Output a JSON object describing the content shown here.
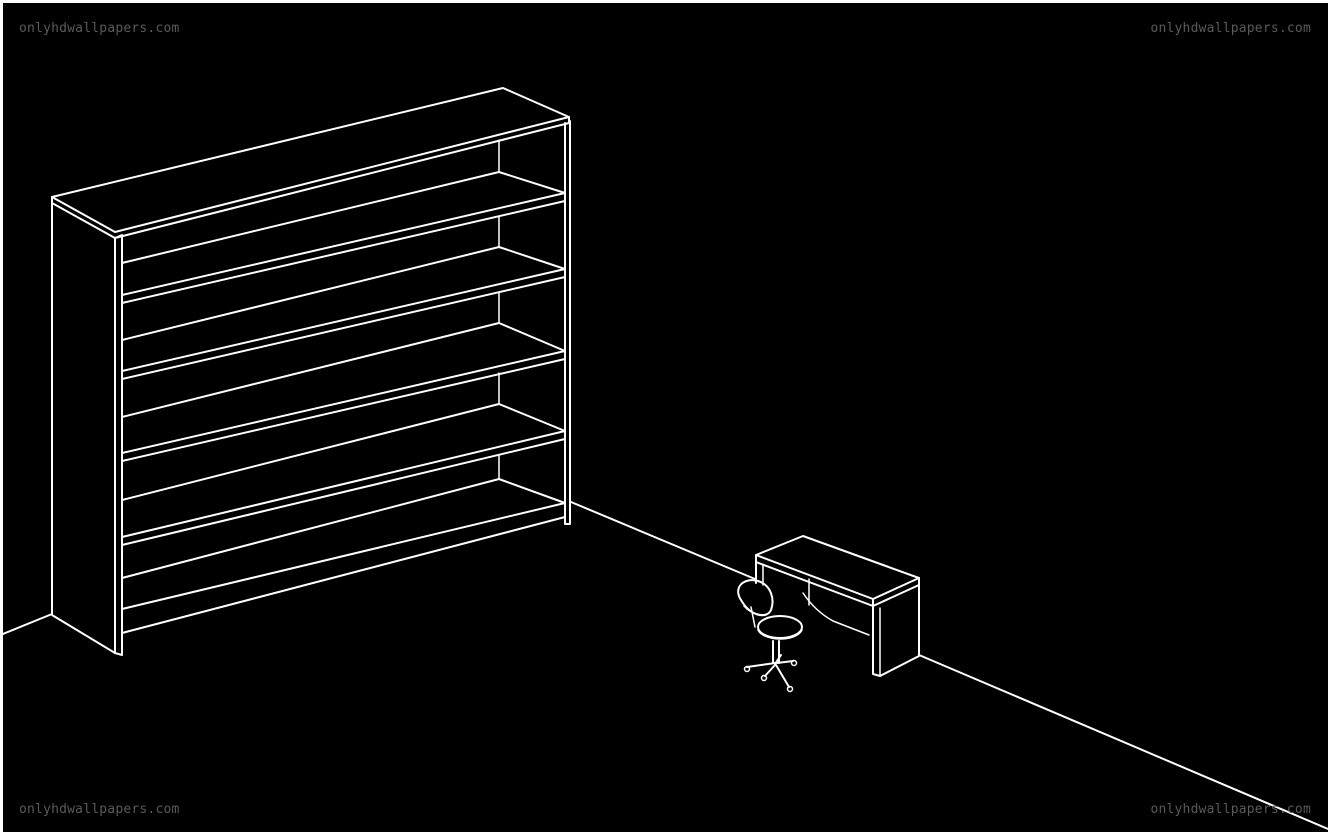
{
  "wallpaper": {
    "background_color": "#000000",
    "line_color": "#ffffff",
    "watermark_color": "#5a5a5a",
    "watermarks": {
      "top_left": "onlyhdwallpapers.com",
      "top_right": "onlyhdwallpapers.com",
      "bottom_left": "onlyhdwallpapers.com",
      "bottom_right": "onlyhdwallpapers.com"
    }
  }
}
